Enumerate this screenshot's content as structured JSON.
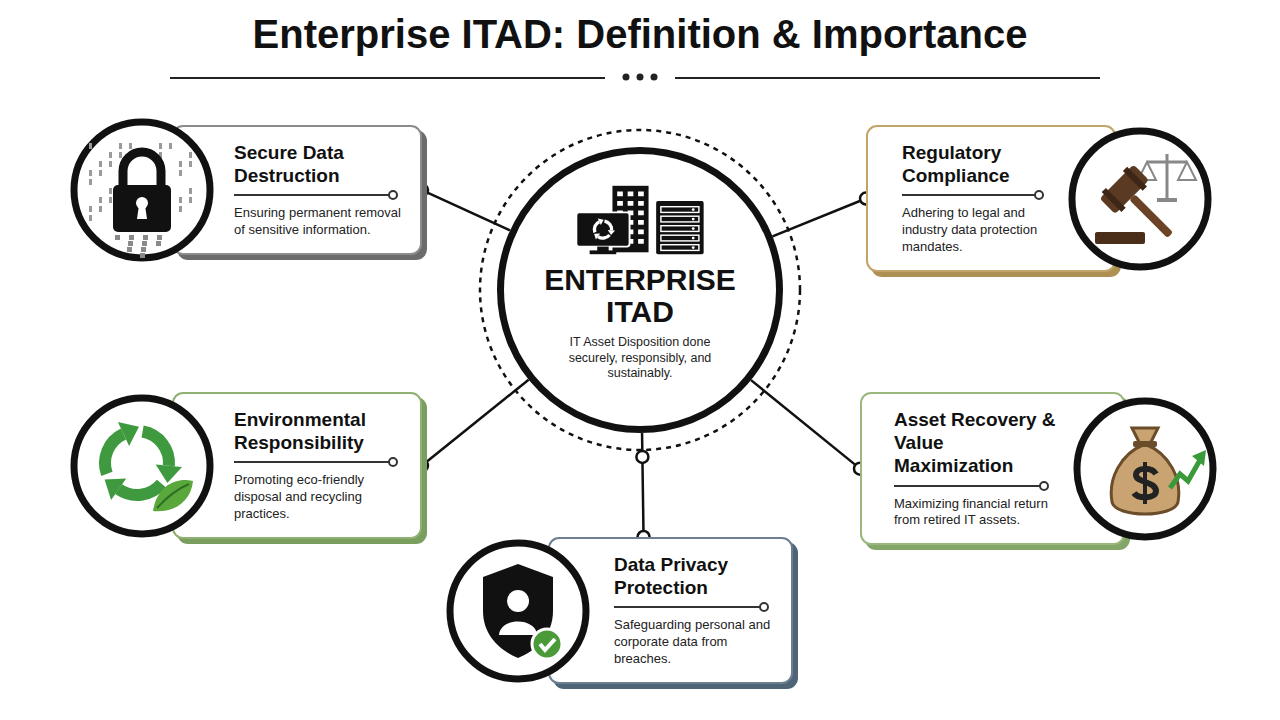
{
  "diagram": {
    "title": "Enterprise ITAD: Definition & Importance",
    "nodes": [
      {
        "text": [
          "Secure Data Destruction",
          "Ensuring permanent removal of sensitive information."
        ]
      },
      {
        "text": [
          "Regulatory Compliance",
          "Adhering to legal and industry data protection mandates."
        ]
      },
      {
        "text": [
          "ENTERPRISE ITAD",
          "IT Asset Disposition done securely, responsibly, and sustainably."
        ]
      },
      {
        "text": [
          "Environmental Responsibility",
          "Promoting eco-friendly disposal and recycling practices."
        ]
      },
      {
        "text": [
          "Asset Recovery & Value Maximization",
          "Maximizing financial return from retired IT assets."
        ]
      },
      {
        "text": [
          "Data Privacy Protection",
          "Safeguarding personal and corporate data from breaches."
        ]
      }
    ],
    "edges": [
      {
        "from": 2,
        "to": 0,
        "arrow": "none"
      },
      {
        "from": 2,
        "to": 1,
        "arrow": "none"
      },
      {
        "from": 2,
        "to": 3,
        "arrow": "none"
      },
      {
        "from": 2,
        "to": 4,
        "arrow": "none"
      },
      {
        "from": 2,
        "to": 5,
        "arrow": "none"
      }
    ]
  }
}
